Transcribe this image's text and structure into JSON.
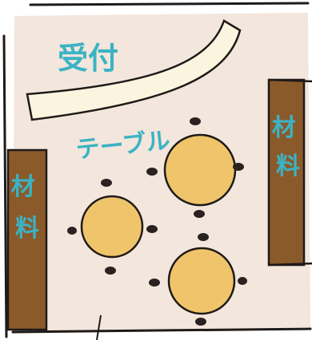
{
  "labels": {
    "reception": "受付",
    "table": "テーブル",
    "material_left": "材料",
    "material_right": "材料"
  },
  "colors": {
    "floor": "#f1e2d6",
    "reception_counter": "#fbf5df",
    "wood": "#8a5a2b",
    "table": "#f0c46a",
    "chair": "#2a2220",
    "text": "#3cb3c4",
    "line": "#1e1a18"
  }
}
